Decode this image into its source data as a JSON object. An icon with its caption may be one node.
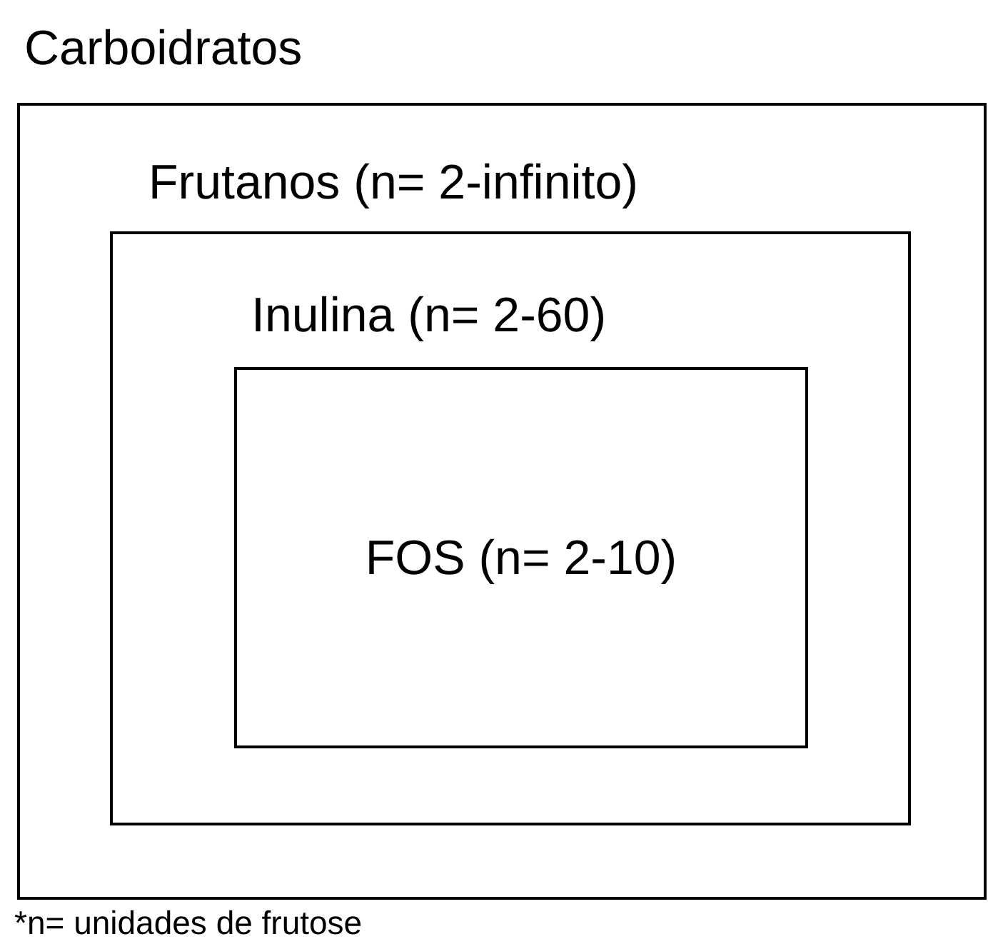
{
  "diagram": {
    "nodes": [
      {
        "text": [
          "Carboidratos"
        ]
      },
      {
        "text": [
          "Frutanos (n= 2-infinito)"
        ],
        "in": 0
      },
      {
        "text": [
          "Inulina (n= 2-60)"
        ],
        "in": 1
      },
      {
        "text": [
          "FOS (n= 2-10)"
        ],
        "in": 2
      }
    ],
    "labels": [
      "*n= unidades de frutose"
    ]
  }
}
